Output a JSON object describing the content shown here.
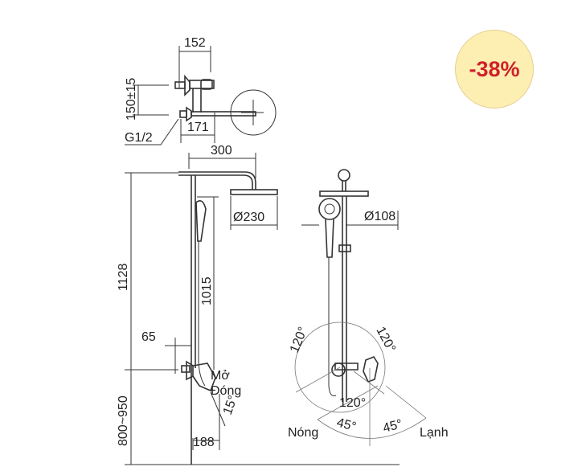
{
  "badge": {
    "discount": "-38%",
    "bg_color": "#fdeeb2",
    "text_color": "#d0212a"
  },
  "top_view": {
    "dim_width": "152",
    "dim_height": "150±15",
    "dim_bottom": "171",
    "thread": "G1/2"
  },
  "side_view": {
    "arm_length": "300",
    "head_diameter": "Ø230",
    "total_height": "1128",
    "rail_height": "1015",
    "offset": "65",
    "mount_height": "800~950",
    "depth": "188",
    "open_label": "Mở",
    "close_label": "Đóng",
    "tilt_angle": "15°"
  },
  "front_view": {
    "hand_diameter": "Ø108",
    "angle_left": "120°",
    "angle_right": "120°",
    "angle_bottom": "120°",
    "hot_label": "Nóng",
    "cold_label": "Lạnh",
    "angle_hot": "45°",
    "angle_cold": "45°"
  }
}
